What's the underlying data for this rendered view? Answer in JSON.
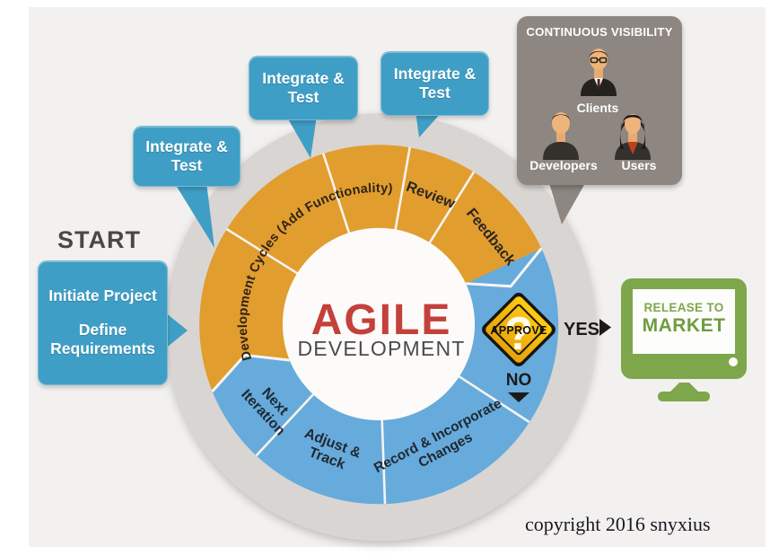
{
  "start_label": "START",
  "bubbles": {
    "integrate_test": "Integrate & Test",
    "initiate_project": "Initiate Project",
    "define_requirements": "Define Requirements"
  },
  "ring": {
    "dev_cycles": "Development Cycles (Add Functionality)",
    "review": "Review",
    "feedback": "Feedback",
    "next_iteration": {
      "lines": [
        "Next",
        "Iteration"
      ]
    },
    "adjust_track": {
      "lines": [
        "Adjust &",
        "Track"
      ]
    },
    "record_changes": {
      "lines": [
        "Record & Incorporate",
        "Changes"
      ]
    }
  },
  "center": {
    "title": "AGILE",
    "subtitle": "DEVELOPMENT"
  },
  "decision": {
    "sign_label": "APPROVE",
    "sign_mark": "?",
    "yes": "YES",
    "no": "NO"
  },
  "release": {
    "line1": "RELEASE TO",
    "line2": "MARKET"
  },
  "visibility": {
    "title": "CONTINUOUS VISIBILITY",
    "members": [
      "Clients",
      "Developers",
      "Users"
    ]
  },
  "footer": {
    "copyright": "copyright 2016 snyxius"
  },
  "colors": {
    "background": "#f3f1ef",
    "orange_segment": "#e29d2f",
    "blue_segment": "#66abdc",
    "bubble_blue": "#3f9ec5",
    "panel_gray": "#8d8681",
    "ring_gray": "#d9d5d2",
    "agile_red": "#c4403b",
    "sign_yellow": "#f5b90a",
    "monitor_green": "#7ea74c"
  }
}
